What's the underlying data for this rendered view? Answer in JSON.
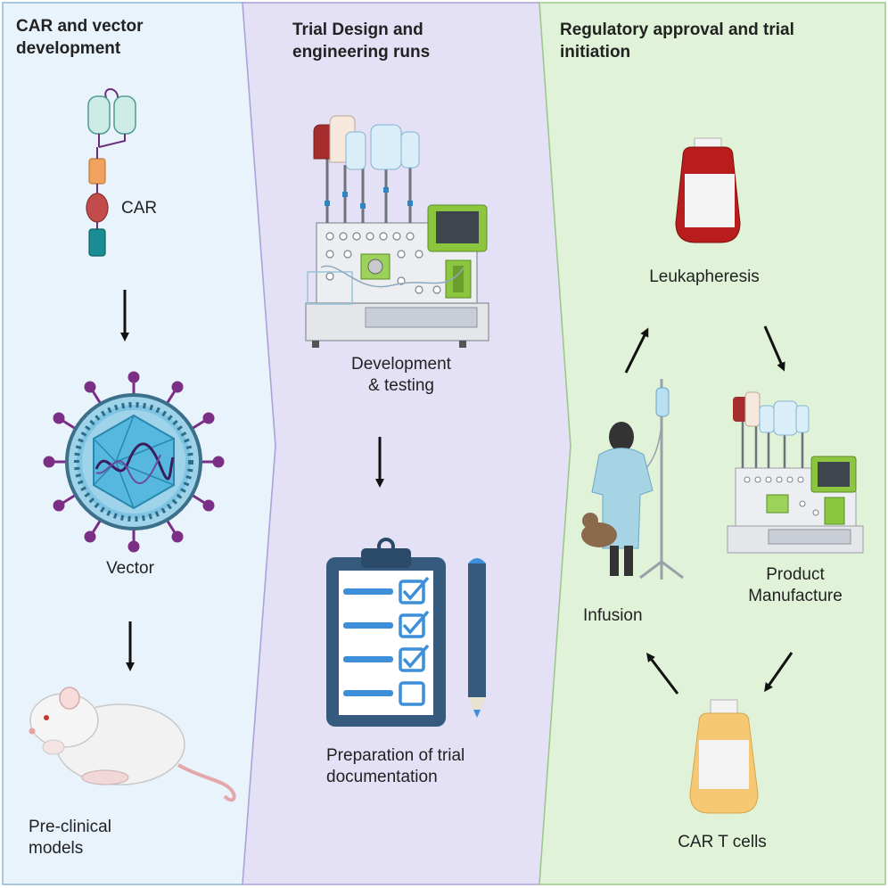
{
  "panels": [
    {
      "title_line1": "CAR and vector",
      "title_line2": "development",
      "color": "#e9f3fc"
    },
    {
      "title_line1": "Trial Design and",
      "title_line2": "engineering runs",
      "color": "#e4e0f6"
    },
    {
      "title_line1": "Regulatory approval and trial",
      "title_line2": "initiation",
      "color": "#e0f2d8"
    }
  ],
  "labels": {
    "car": "CAR",
    "vector": "Vector",
    "preclinical_line1": "Pre-clinical",
    "preclinical_line2": "models",
    "dev_line1": "Development",
    "dev_line2": "& testing",
    "prep_line1": "Preparation of trial",
    "prep_line2": "documentation",
    "leukapheresis": "Leukapheresis",
    "product_line1": "Product",
    "product_line2": "Manufacture",
    "infusion": "Infusion",
    "cart": "CAR T cells"
  },
  "colors": {
    "blood_bag": "#b91c1c",
    "car_t_bag": "#f7c873",
    "machine_green": "#8cc63f",
    "vector_purple": "#7a2e86",
    "vector_blue": "#4fb3d9",
    "clipboard": "#355a7d"
  }
}
